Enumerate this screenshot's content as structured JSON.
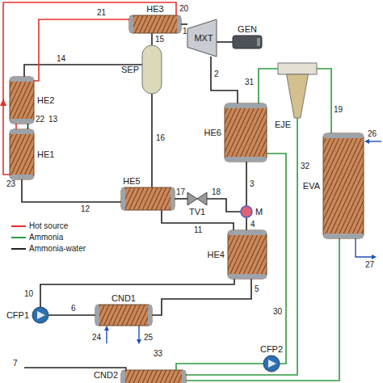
{
  "diagram": {
    "nodes": [
      {
        "text": [
          "HE3"
        ]
      },
      {
        "text": [
          "MXT"
        ]
      },
      {
        "text": [
          "GEN"
        ]
      },
      {
        "text": [
          "SEP"
        ]
      },
      {
        "text": [
          "EJE"
        ]
      },
      {
        "text": [
          "HE2"
        ]
      },
      {
        "text": [
          "HE6"
        ]
      },
      {
        "text": [
          "EVA"
        ]
      },
      {
        "text": [
          "HE1"
        ]
      },
      {
        "text": [
          "HE5"
        ]
      },
      {
        "text": [
          "TV1"
        ]
      },
      {
        "text": [
          "M"
        ]
      },
      {
        "text": [
          "HE4"
        ]
      },
      {
        "text": [
          "CFP1"
        ]
      },
      {
        "text": [
          "CND1"
        ]
      },
      {
        "text": [
          "CFP2"
        ]
      },
      {
        "text": [
          "CND2"
        ]
      }
    ],
    "edges": [
      {
        "from": 0,
        "to": 1,
        "arrow": "none"
      },
      {
        "from": 1,
        "to": 6,
        "arrow": "none"
      },
      {
        "from": 6,
        "to": 11,
        "arrow": "none"
      },
      {
        "from": 11,
        "to": 12,
        "arrow": "none"
      },
      {
        "from": 12,
        "to": 14,
        "arrow": "none"
      },
      {
        "from": 14,
        "to": 13,
        "arrow": "none"
      },
      {
        "from": 13,
        "to": 12,
        "arrow": "none"
      },
      {
        "from": 12,
        "to": 9,
        "arrow": "none"
      },
      {
        "from": 9,
        "to": 8,
        "arrow": "none"
      },
      {
        "from": 8,
        "to": 5,
        "arrow": "none"
      },
      {
        "from": 5,
        "to": 3,
        "arrow": "none"
      },
      {
        "from": 3,
        "to": 0,
        "arrow": "none"
      },
      {
        "from": 3,
        "to": 9,
        "arrow": "none"
      },
      {
        "from": 9,
        "to": 10,
        "arrow": "none"
      },
      {
        "from": 10,
        "to": 11,
        "arrow": "none"
      },
      {
        "from": 8,
        "to": 0,
        "arrow": "none"
      },
      {
        "from": 0,
        "to": 5,
        "arrow": "none"
      },
      {
        "from": 5,
        "to": 8,
        "arrow": "none"
      },
      {
        "from": 6,
        "to": 4,
        "arrow": "none"
      },
      {
        "from": 7,
        "to": 4,
        "arrow": "none"
      },
      {
        "from": 4,
        "to": 16,
        "arrow": "none"
      },
      {
        "from": 16,
        "to": 15,
        "arrow": "none"
      },
      {
        "from": 15,
        "to": 6,
        "arrow": "none"
      },
      {
        "from": 16,
        "to": 7,
        "arrow": "none"
      },
      {
        "from": 1,
        "to": 2,
        "arrow": "none"
      }
    ],
    "labels": [
      "20",
      "21",
      "15",
      "1",
      "14",
      "2",
      "31",
      "16",
      "19",
      "26",
      "22",
      "13",
      "3",
      "32",
      "23",
      "12",
      "17",
      "18",
      "11",
      "4",
      "27",
      "5",
      "10",
      "30",
      "6",
      "24",
      "25",
      "7",
      "33"
    ],
    "legend": [
      {
        "text": "Hot source",
        "color": "#e8312a"
      },
      {
        "text": "Ammonia",
        "color": "#2e9a3e"
      },
      {
        "text": "Ammonia-water",
        "color": "#222222"
      }
    ]
  }
}
